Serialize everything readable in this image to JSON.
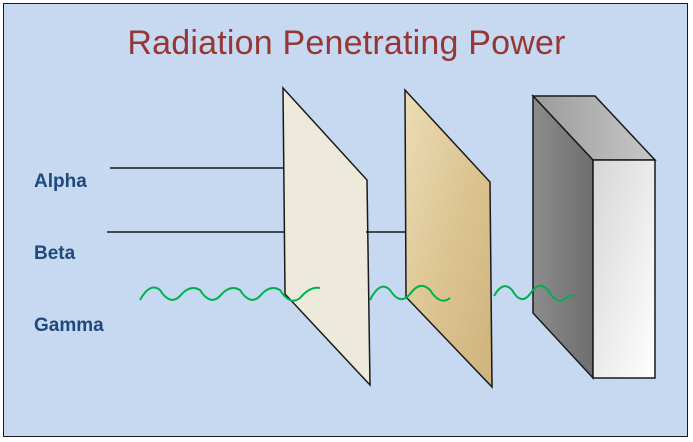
{
  "title": "Radiation Penetrating Power",
  "labels": {
    "alpha": "Alpha",
    "beta": "Beta",
    "gamma": "Gamma"
  },
  "colors": {
    "background": "#c6d9f1",
    "title": "#953735",
    "label": "#1f497d",
    "gamma_wave": "#00b050",
    "paper": "#eeeadb",
    "foil": "#e2cfa2",
    "block": "#d9d9d9"
  }
}
